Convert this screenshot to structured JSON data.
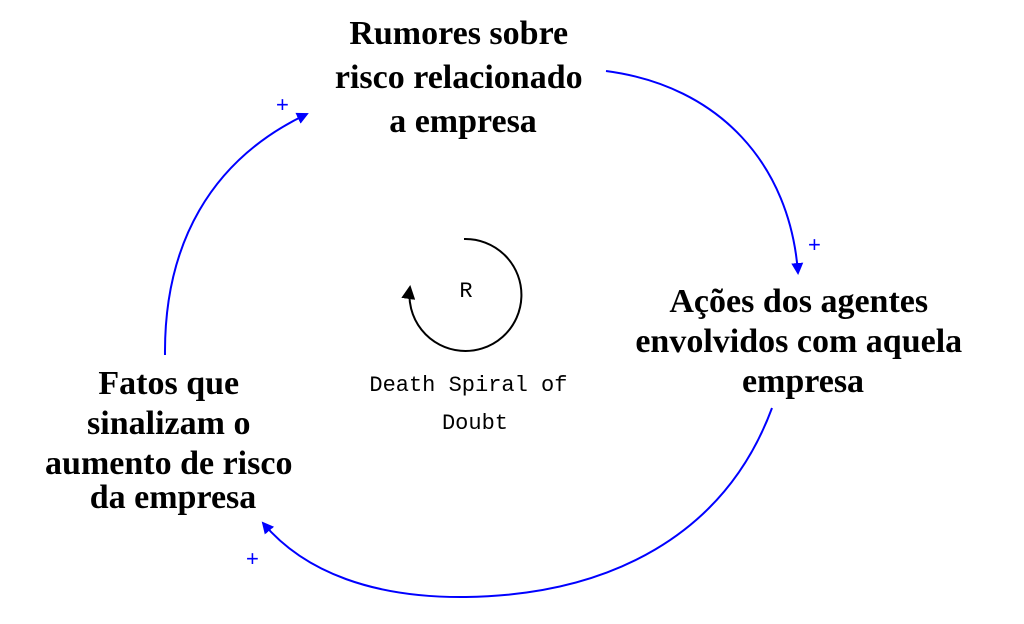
{
  "colors": {
    "link": "#0000ff",
    "polarity": "#0000ff",
    "loop_arrow": "#000000",
    "text": "#000000",
    "background": "#ffffff"
  },
  "nodes": {
    "rumores": {
      "lines": [
        "Rumores sobre",
        "risco relacionado",
        "a empresa"
      ]
    },
    "acoes": {
      "lines": [
        "Ações dos agentes",
        "envolvidos com aquela",
        "empresa"
      ]
    },
    "fatos": {
      "lines": [
        "Fatos que",
        "sinalizam o",
        "aumento de risco",
        "da empresa"
      ]
    }
  },
  "links": [
    {
      "from": "rumores",
      "to": "acoes",
      "polarity": "+"
    },
    {
      "from": "acoes",
      "to": "fatos",
      "polarity": "+"
    },
    {
      "from": "fatos",
      "to": "rumores",
      "polarity": "+"
    }
  ],
  "loop": {
    "symbol": "R",
    "name_lines": [
      "Death Spiral of",
      "Doubt"
    ]
  }
}
